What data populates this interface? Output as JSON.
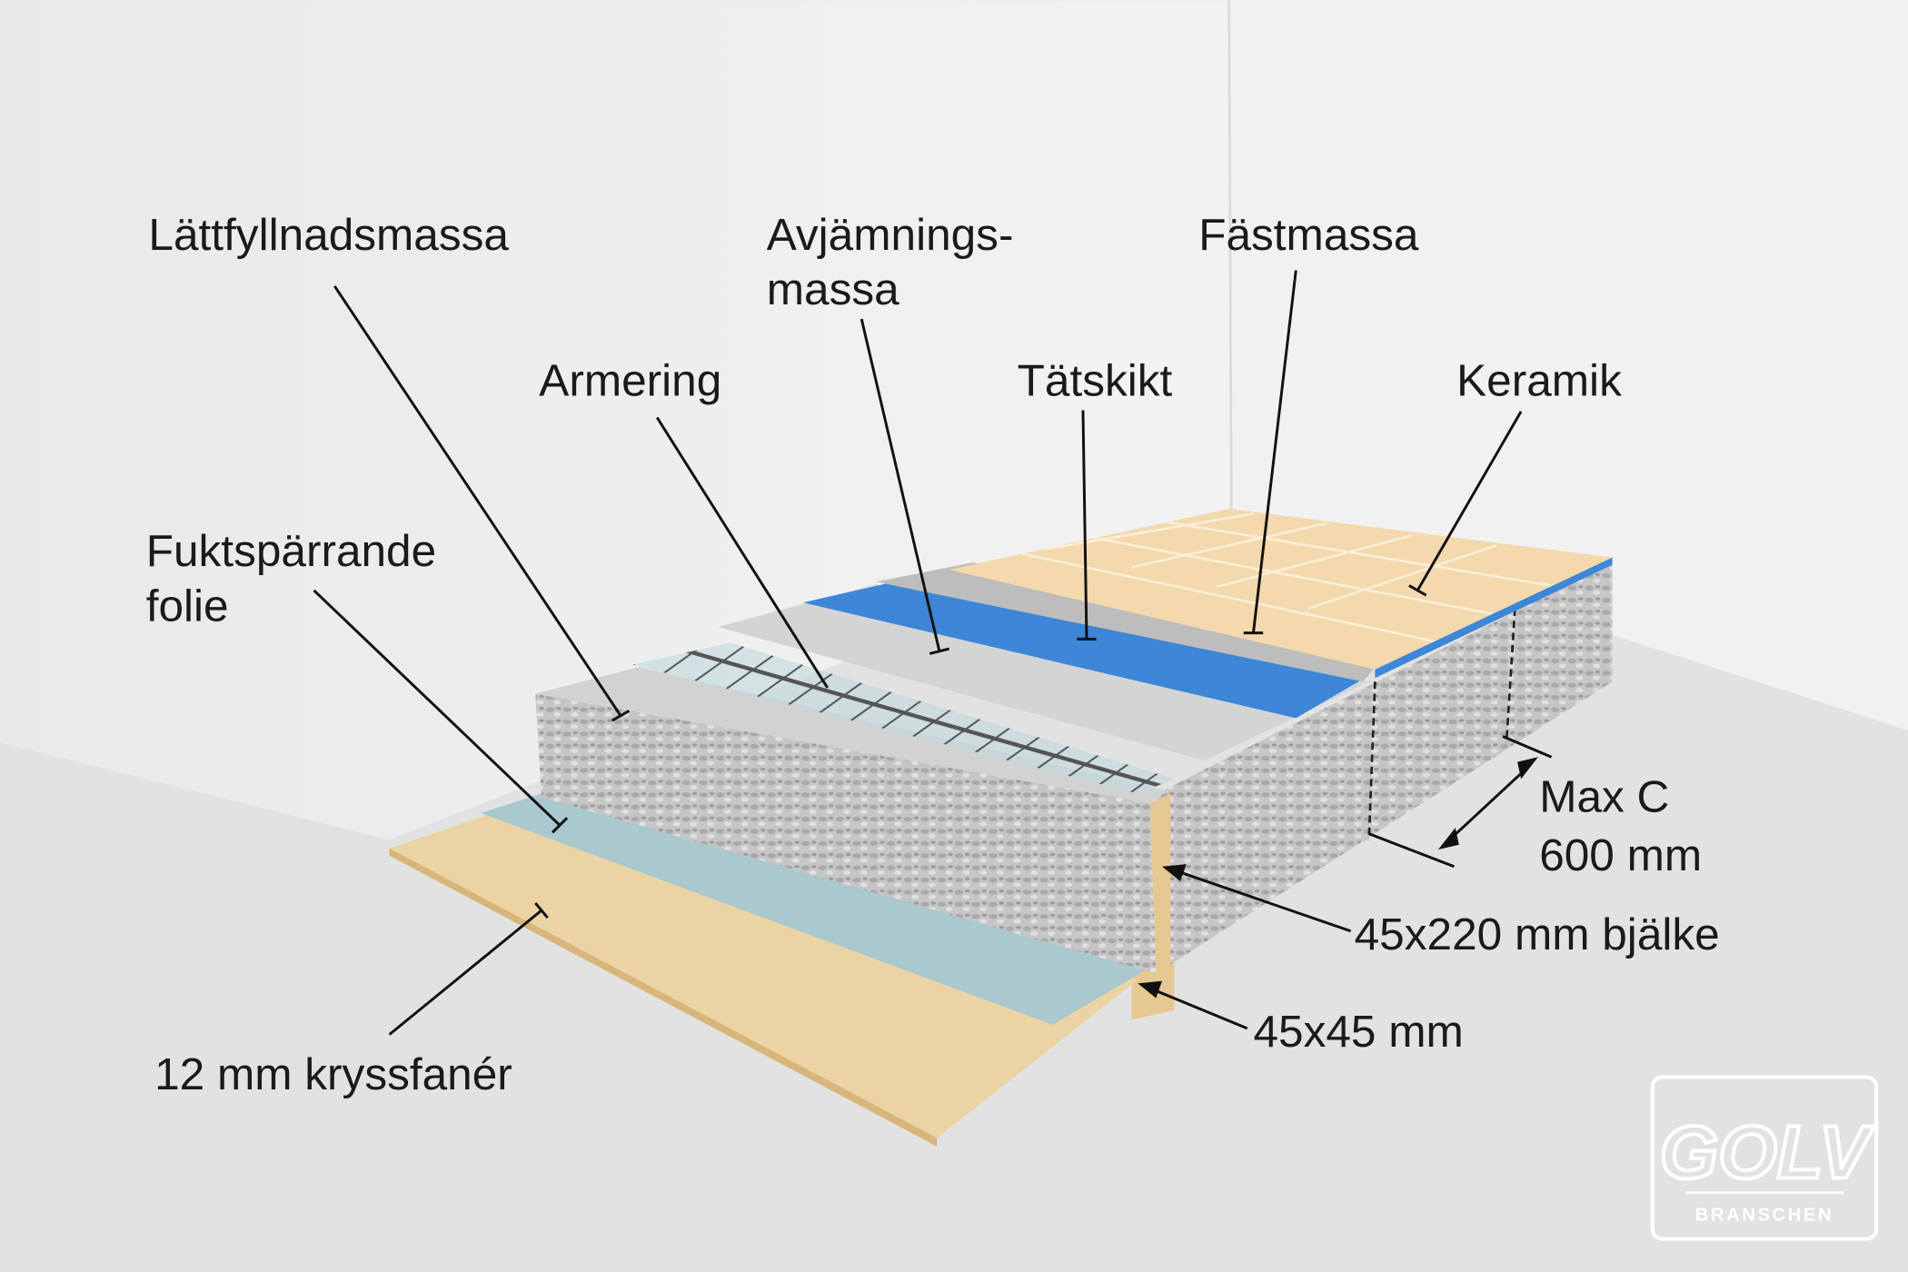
{
  "labels": {
    "lattfyllnad": "Lättfyllnadsmassa",
    "avjamning_1": "Avjämnings-",
    "avjamning_2": "massa",
    "fastmassa": "Fästmassa",
    "armering": "Armering",
    "tatskikt": "Tätskikt",
    "keramik": "Keramik",
    "fukt_1": "Fuktspärrande",
    "fukt_2": "folie",
    "maxc_1": "Max C",
    "maxc_2": "600 mm",
    "bjalke": "45x220 mm bjälke",
    "regel": "45x45 mm",
    "kryssfaner": "12 mm kryssfanér"
  },
  "logo": {
    "word": "GOLV",
    "sub": "BRANSCHEN"
  },
  "colors": {
    "wall": "#ececec",
    "floor": "#dedede",
    "wood": "#ecd3a4",
    "tile": "#f3d9ad",
    "membrane": "#3d86d8",
    "screed": "#cfcfcf",
    "folie": "#a9c9cf",
    "concrete": "#c4c4c4"
  }
}
